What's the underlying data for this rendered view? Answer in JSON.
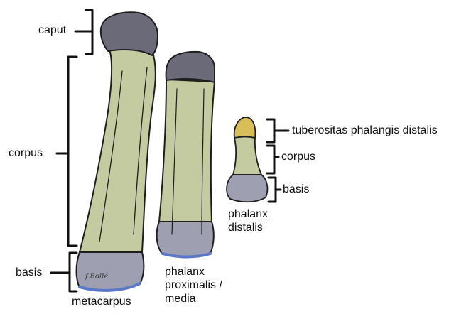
{
  "diagram": {
    "labels": {
      "caput": "caput",
      "corpus_left": "corpus",
      "basis_left": "basis",
      "tuberositas": "tuberositas phalangis distalis",
      "corpus_right": "corpus",
      "basis_right": "basis"
    },
    "bones": {
      "metacarpus": "metacarpus",
      "phalanx_prox_lines": [
        "phalanx",
        "proximalis /",
        "media"
      ],
      "phalanx_dist_lines": [
        "phalanx",
        "distalis"
      ]
    },
    "signature": "f.Bollé",
    "colors": {
      "head": "#6b6a78",
      "shaft": "#c5cba0",
      "base": "#9ea0b2",
      "base_edge": "#5b78c8",
      "tuberosity": "#d8be58",
      "outline": "#1e1e1e"
    }
  }
}
